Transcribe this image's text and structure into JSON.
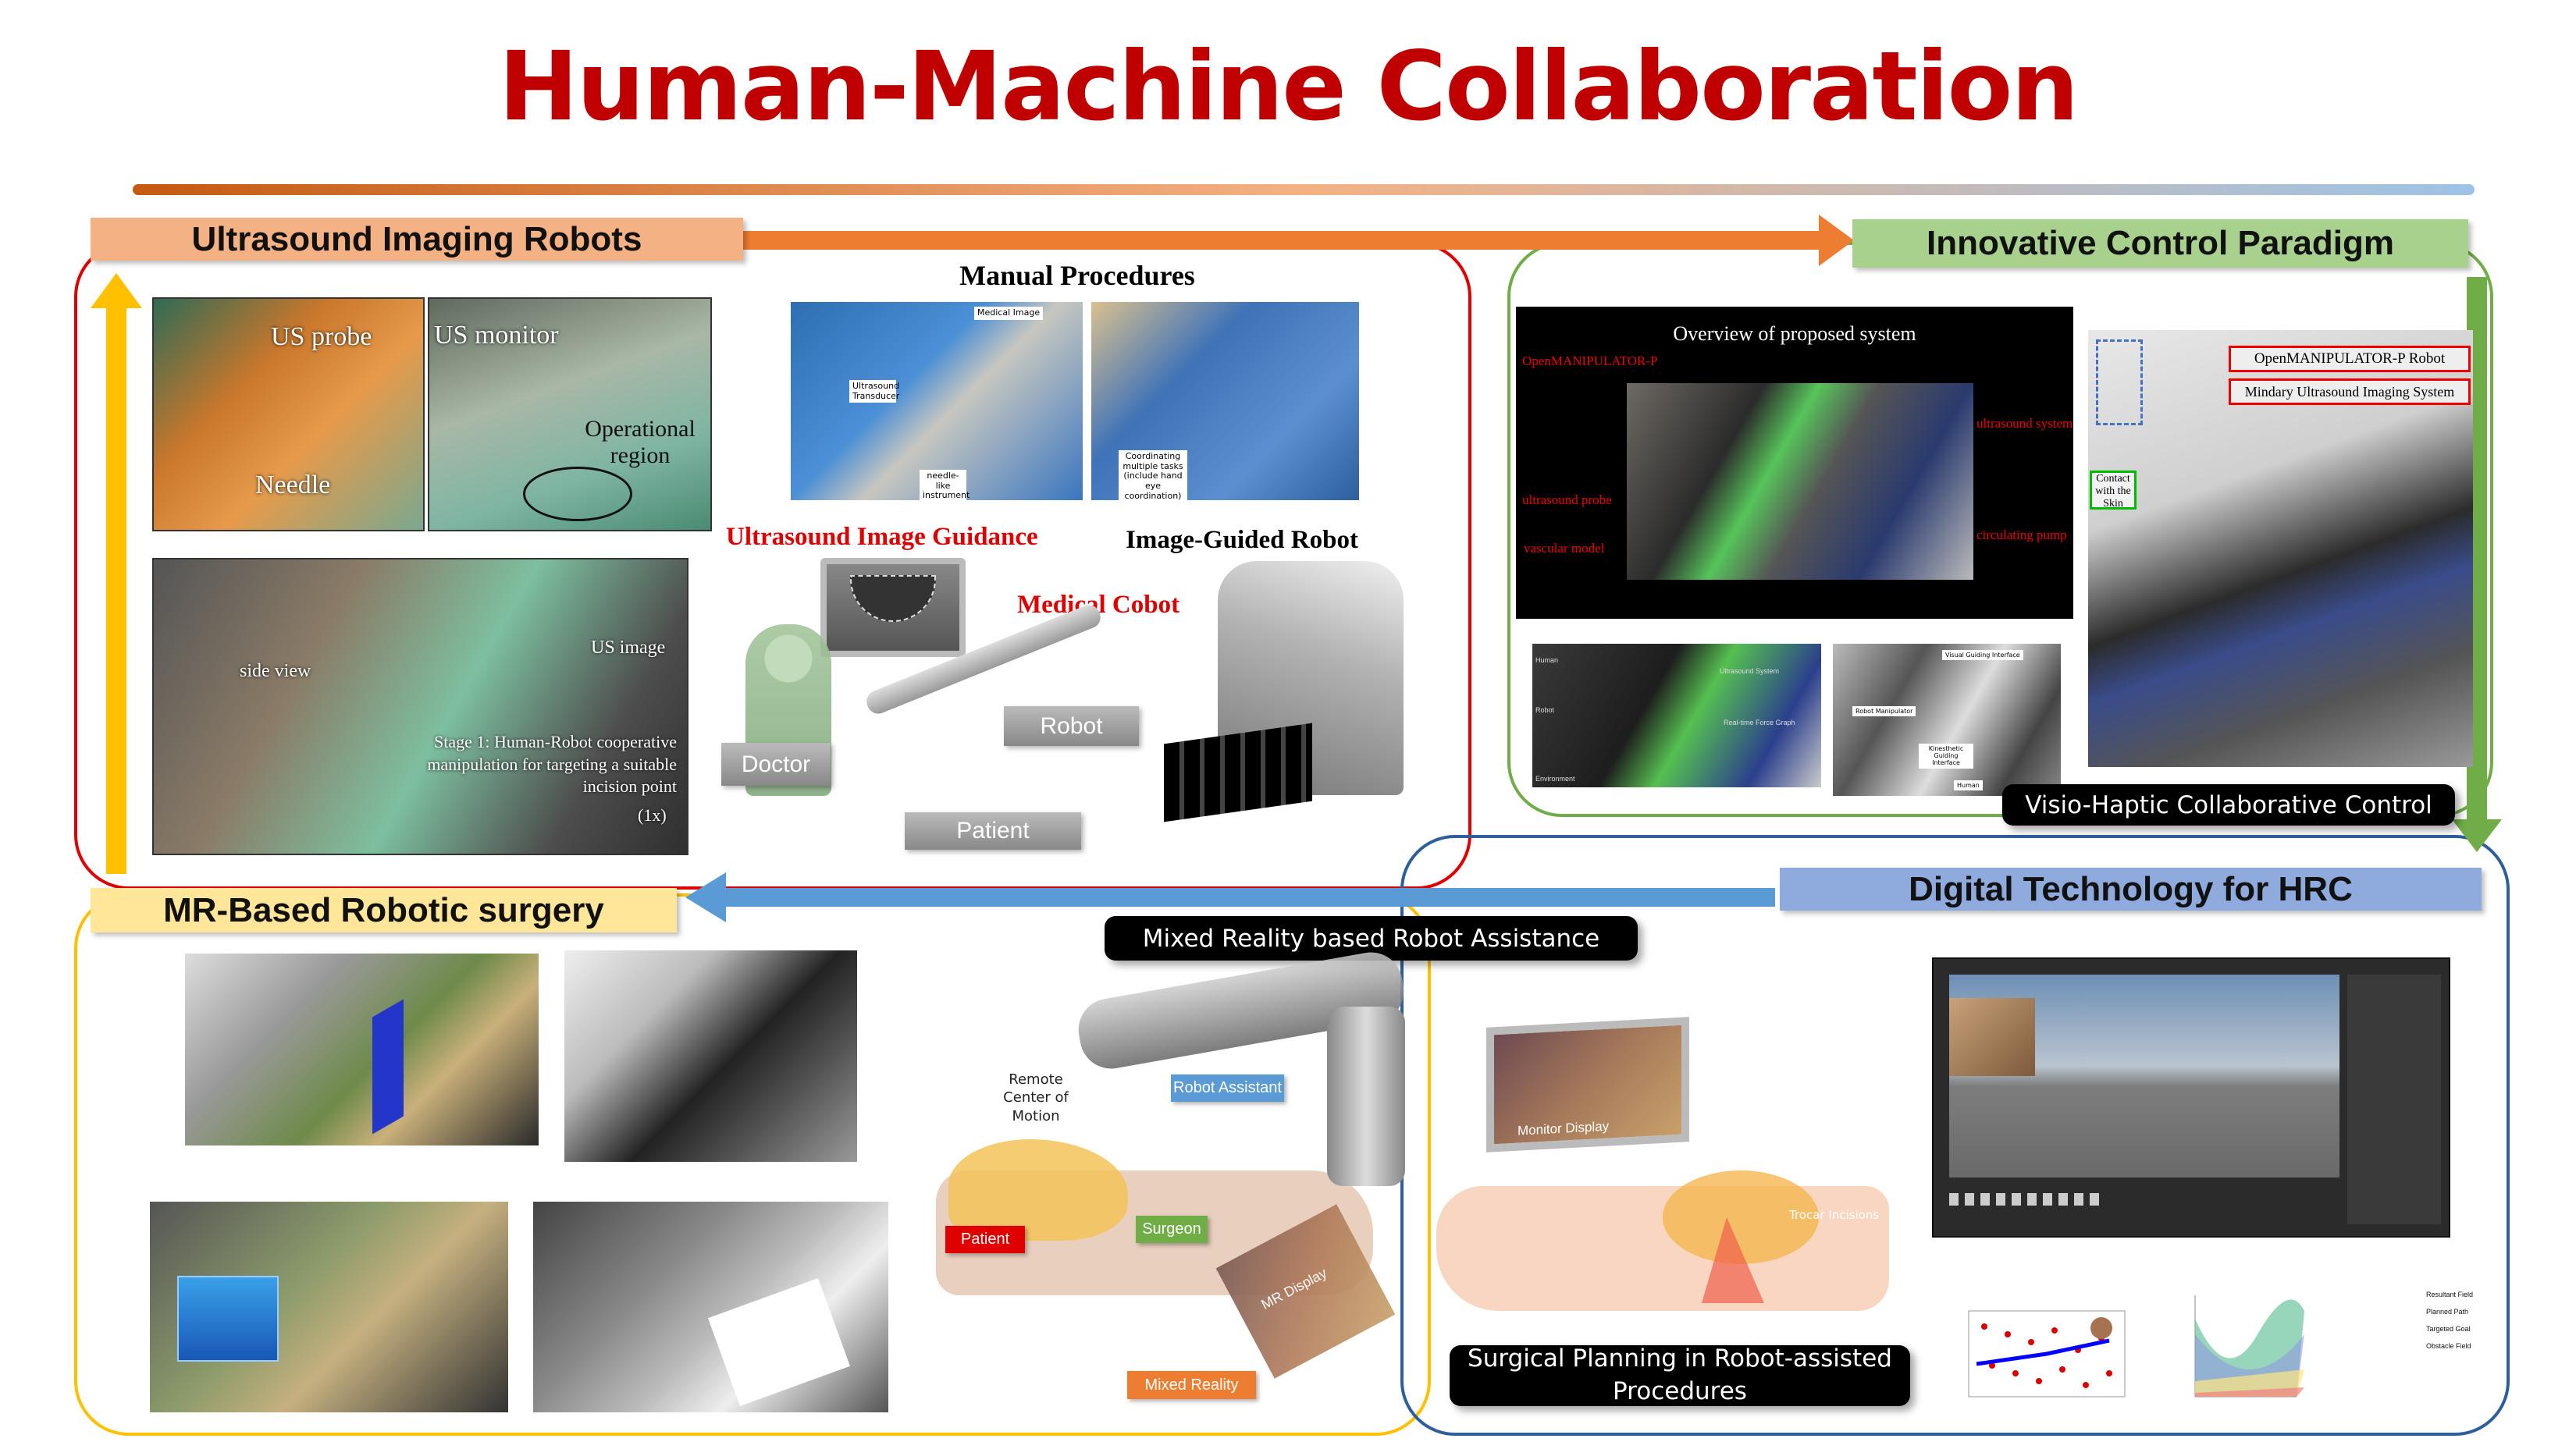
{
  "title": "Human-Machine Collaboration",
  "sections": {
    "ultrasound": "Ultrasound Imaging Robots",
    "innovative": "Innovative Control Paradigm",
    "mr": "MR-Based Robotic surgery",
    "digital": "Digital Technology for HRC"
  },
  "colors": {
    "title": "#c00000",
    "ultrasound": "#f4b183",
    "innovative": "#a9d18e",
    "mr": "#ffe699",
    "digital": "#8faadc",
    "red_frame": "#e00000",
    "green_frame": "#70ad47",
    "yellow_frame": "#ffc000",
    "blue_frame": "#2e5f9a"
  },
  "ultrasound_panel": {
    "photo1": {
      "probe": "US probe",
      "needle": "Needle"
    },
    "photo2": {
      "monitor": "US monitor",
      "region": "Operational region"
    },
    "photo3": {
      "side": "side view",
      "us_image": "US image",
      "stage": "Stage 1: Human-Robot cooperative manipulation for targeting a suitable incision point",
      "speed": "(1x)"
    },
    "manual_title": "Manual Procedures",
    "manual1": {
      "medical_image": "Medical Image",
      "transducer": "Ultrasound Transducer",
      "needle": "needle-like instrument"
    },
    "manual2": {
      "coord": "Coordinating multiple tasks (include hand eye coordination)"
    },
    "guidance": "Ultrasound Image Guidance",
    "guided_robot": "Image-Guided Robot",
    "cobot": "Medical Cobot",
    "doctor": "Doctor",
    "robot": "Robot",
    "patient": "Patient"
  },
  "control_panel": {
    "overview_title": "Overview of proposed system",
    "open_manip": "OpenMANIPULATOR-P",
    "us_system": "ultrasound system",
    "us_probe": "ultrasound probe",
    "pump": "circulating pump",
    "vascular": "vascular model",
    "right_robot": "OpenMANIPULATOR-P Robot",
    "right_imaging": "Mindary Ultrasound Imaging System",
    "contact": "Contact with the Skin",
    "small1": {
      "human": "Human",
      "robot": "Robot",
      "us": "Ultrasound System",
      "force": "Real-time Force Graph",
      "env": "Environment"
    },
    "small2": {
      "visual": "Visual Guiding Interface",
      "manip": "Robot Manipulator",
      "kin": "Kinesthetic Guiding Interface",
      "human": "Human"
    },
    "caption": "Visio-Haptic Collaborative Control"
  },
  "mr_panel": {
    "caption": "Mixed Reality  based Robot Assistance",
    "rcm": "Remote Center of Motion",
    "robot_assistant": "Robot Assistant",
    "patient": "Patient",
    "surgeon": "Surgeon",
    "mixed": "Mixed Reality",
    "mr_display": "MR Display"
  },
  "digital_panel": {
    "monitor": "Monitor Display",
    "trocar": "Trocar Incisions",
    "caption": "Surgical Planning in Robot-assisted Procedures",
    "legend": [
      "Resultant Field",
      "Planned Path",
      "Targeted Goal",
      "Obstacle Field"
    ]
  }
}
